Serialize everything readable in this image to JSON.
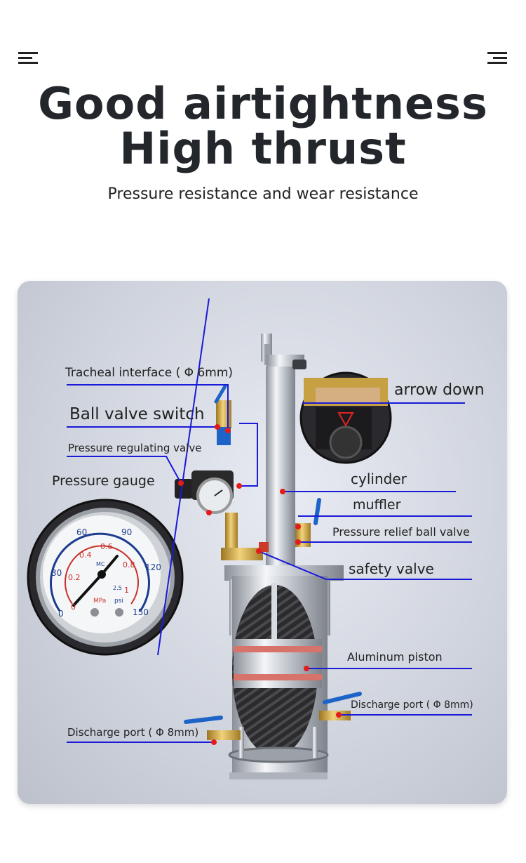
{
  "heading": {
    "line1": "Good airtightness",
    "line2": "High thrust",
    "subtitle": "Pressure resistance and wear resistance"
  },
  "labels": {
    "tracheal_interface": "Tracheal interface ( Φ 6mm)",
    "ball_valve_switch": "Ball valve switch",
    "pressure_regulating_valve": "Pressure regulating valve",
    "pressure_gauge": "Pressure gauge",
    "arrow_down": "arrow down",
    "cylinder": "cylinder",
    "muffler": "muffler",
    "pressure_relief_ball_valve": "Pressure relief ball valve",
    "safety_valve": "safety valve",
    "aluminum_piston": "Aluminum piston",
    "discharge_port_right": "Discharge port ( Φ 8mm)",
    "discharge_port_left": "Discharge port ( Φ 8mm)"
  },
  "gauge": {
    "mpa_ticks": [
      "0",
      "0.2",
      "0.4",
      "0.6",
      "0.8",
      "1"
    ],
    "psi_ticks": [
      "0",
      "30",
      "60",
      "90",
      "120",
      "150"
    ],
    "unit_mpa": "MPa",
    "unit_psi": "psi",
    "brand": "MC",
    "class": "2.5"
  },
  "colors": {
    "leader_line": "#1a1ad8",
    "marker_dot": "#e51b1b",
    "title_text": "#23272b",
    "valve_handle": "#1e63c8",
    "brass": "#c9a13a",
    "gauge_red": "#c8312a"
  }
}
